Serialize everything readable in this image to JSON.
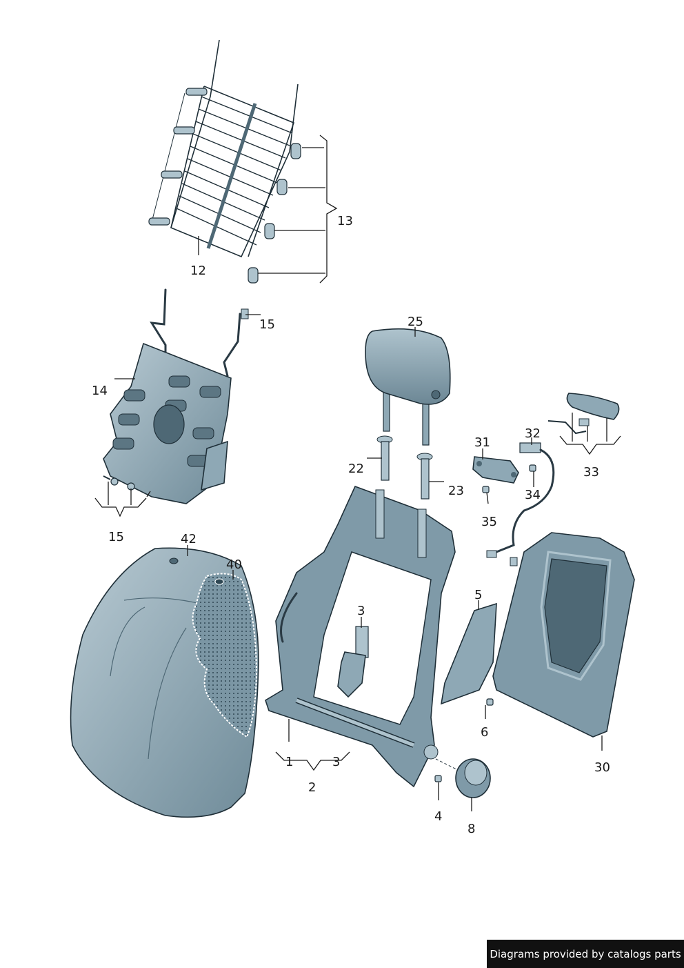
{
  "labels": {
    "l1": "1",
    "l2": "2",
    "l3a": "3",
    "l3b": "3",
    "l4": "4",
    "l5": "5",
    "l6": "6",
    "l8": "8",
    "l12": "12",
    "l13": "13",
    "l14": "14",
    "l15a": "15",
    "l15b": "15",
    "l22": "22",
    "l23": "23",
    "l25": "25",
    "l30": "30",
    "l31": "31",
    "l32": "32",
    "l33": "33",
    "l34": "34",
    "l35": "35",
    "l40": "40",
    "l42": "42"
  },
  "credit": "Diagrams provided by catalogs parts",
  "colors": {
    "part_fill": "#7f9aa8",
    "part_light": "#aec3cd",
    "part_dark": "#4e6875",
    "ink": "#1a1a1a"
  }
}
